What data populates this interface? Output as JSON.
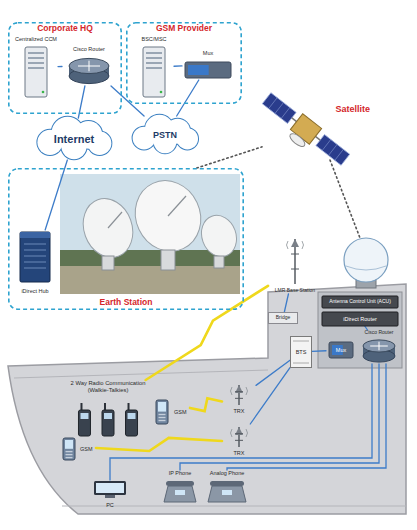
{
  "diagram": {
    "nodes": [
      {
        "text": [
          "Corporate HQ"
        ]
      },
      {
        "text": [
          "Centralized CCM"
        ],
        "in": 0
      },
      {
        "text": [
          "Cisco Router"
        ],
        "in": 0
      },
      {
        "text": [
          "GSM Provider"
        ]
      },
      {
        "text": [
          "BSC/MSC"
        ],
        "in": 3
      },
      {
        "text": [
          "Mux"
        ],
        "in": 3
      },
      {
        "text": [
          "Internet"
        ]
      },
      {
        "text": [
          "PSTN"
        ]
      },
      {
        "text": [
          "Earth Station"
        ]
      },
      {
        "text": [
          "iDirect Hub"
        ],
        "in": 8
      },
      {
        "text": [
          "Satellite"
        ]
      },
      {
        "text": [
          "LMR Base Station"
        ]
      },
      {
        "text": [
          "Antenna Control Unit (ACU)"
        ]
      },
      {
        "text": [
          "iDirect Router"
        ]
      },
      {
        "text": [
          "Bridge"
        ]
      },
      {
        "text": [
          "BTS"
        ]
      },
      {
        "text": [
          "Mux"
        ]
      },
      {
        "text": [
          "Cisco Router"
        ]
      },
      {
        "text": [
          "2 Way Radio Communication (Walkie-Talkies)"
        ]
      },
      {
        "text": [
          "GSM"
        ]
      },
      {
        "text": [
          "GSM"
        ]
      },
      {
        "text": [
          "TRX"
        ]
      },
      {
        "text": [
          "TRX"
        ]
      },
      {
        "text": [
          "PC"
        ]
      },
      {
        "text": [
          "IP Phone"
        ]
      },
      {
        "text": [
          "Analog Phone"
        ]
      }
    ],
    "edges": [
      {
        "from": 1,
        "to": 2,
        "arrow": "none"
      },
      {
        "from": 2,
        "to": 6,
        "arrow": "none"
      },
      {
        "from": 2,
        "to": 7,
        "arrow": "none"
      },
      {
        "from": 4,
        "to": 5,
        "arrow": "none"
      },
      {
        "from": 5,
        "to": 7,
        "arrow": "none"
      },
      {
        "from": 6,
        "to": 9,
        "arrow": "none"
      },
      {
        "from": 8,
        "to": 10,
        "arrow": "none"
      },
      {
        "from": 14,
        "to": 11,
        "arrow": "none"
      },
      {
        "from": 13,
        "to": 17,
        "arrow": "none"
      },
      {
        "from": 16,
        "to": 15,
        "arrow": "none"
      },
      {
        "from": 15,
        "to": 21,
        "arrow": "none"
      },
      {
        "from": 15,
        "to": 22,
        "arrow": "none"
      },
      {
        "from": 17,
        "to": 23,
        "arrow": "none"
      },
      {
        "from": 17,
        "to": 24,
        "arrow": "none"
      },
      {
        "from": 17,
        "to": 25,
        "arrow": "none"
      },
      {
        "from": 11,
        "to": 18,
        "arrow": "none"
      },
      {
        "from": 21,
        "to": 19,
        "arrow": "none"
      },
      {
        "from": 22,
        "to": 20,
        "arrow": "none"
      }
    ]
  }
}
